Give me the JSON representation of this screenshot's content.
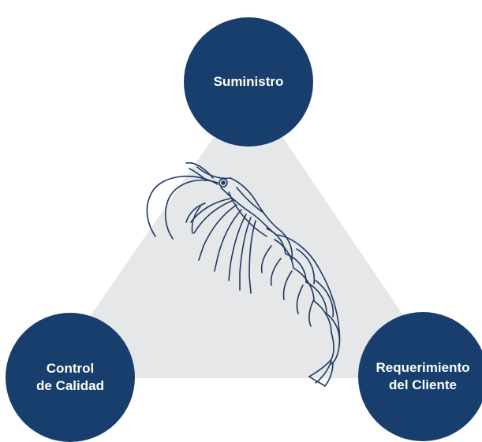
{
  "colors": {
    "node_fill": "#173e6c",
    "triangle_fill": "#e6e7e9",
    "illustration_stroke": "#1c3a63",
    "background": "#ffffff"
  },
  "illustration": {
    "icon": "shrimp-icon"
  },
  "nodes": {
    "top": {
      "lines": [
        "Suministro"
      ]
    },
    "left": {
      "lines": [
        "Control",
        "de Calidad"
      ]
    },
    "right": {
      "lines": [
        "Requerimiento",
        "del Cliente"
      ]
    }
  }
}
